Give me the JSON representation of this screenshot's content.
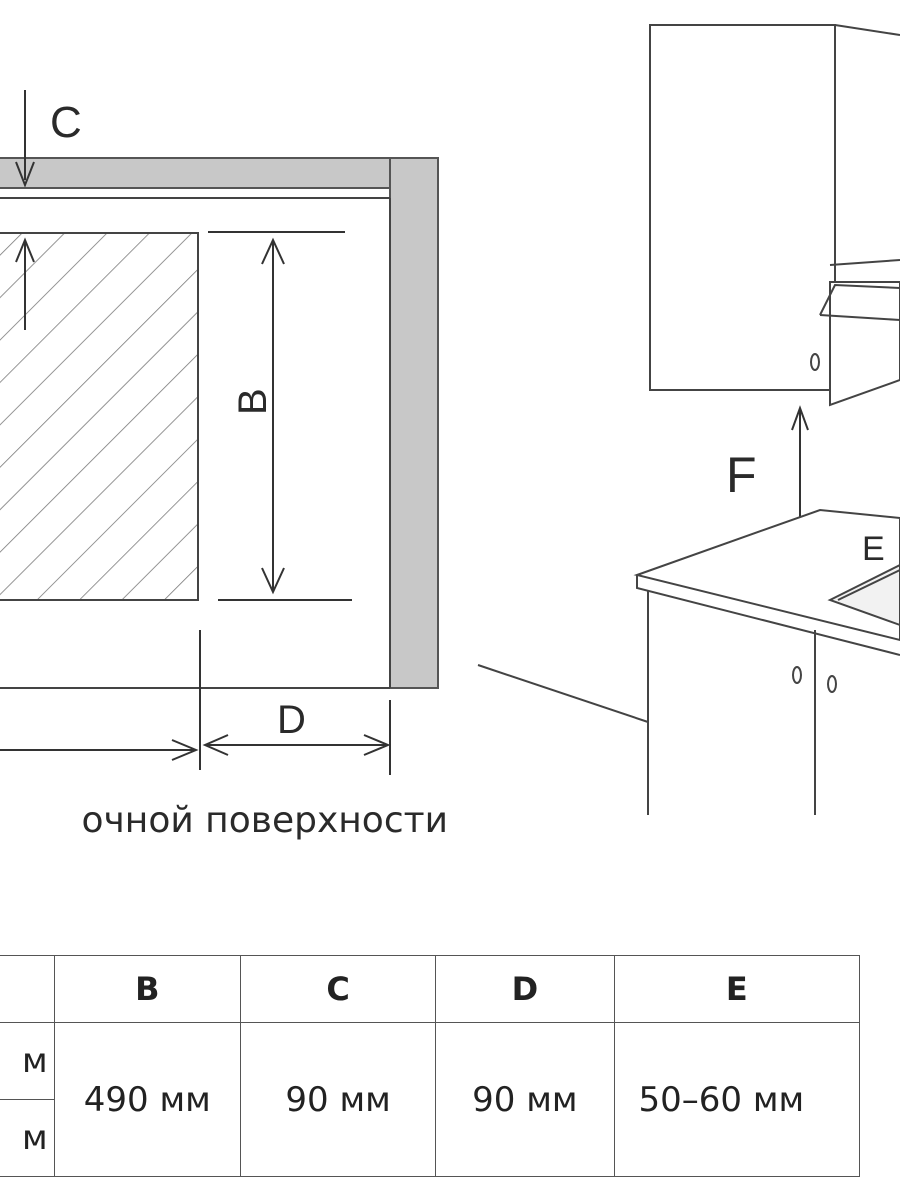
{
  "diagram": {
    "labels": {
      "c": "C",
      "b": "B",
      "d": "D",
      "f": "F",
      "e": "E"
    },
    "caption": "очной поверхности"
  },
  "table": {
    "headers": [
      "",
      "B",
      "C",
      "D",
      "E"
    ],
    "row1": [
      "м",
      "490 мм",
      "90 мм",
      "90 мм",
      "50–60 мм"
    ],
    "row2": [
      "м"
    ]
  }
}
